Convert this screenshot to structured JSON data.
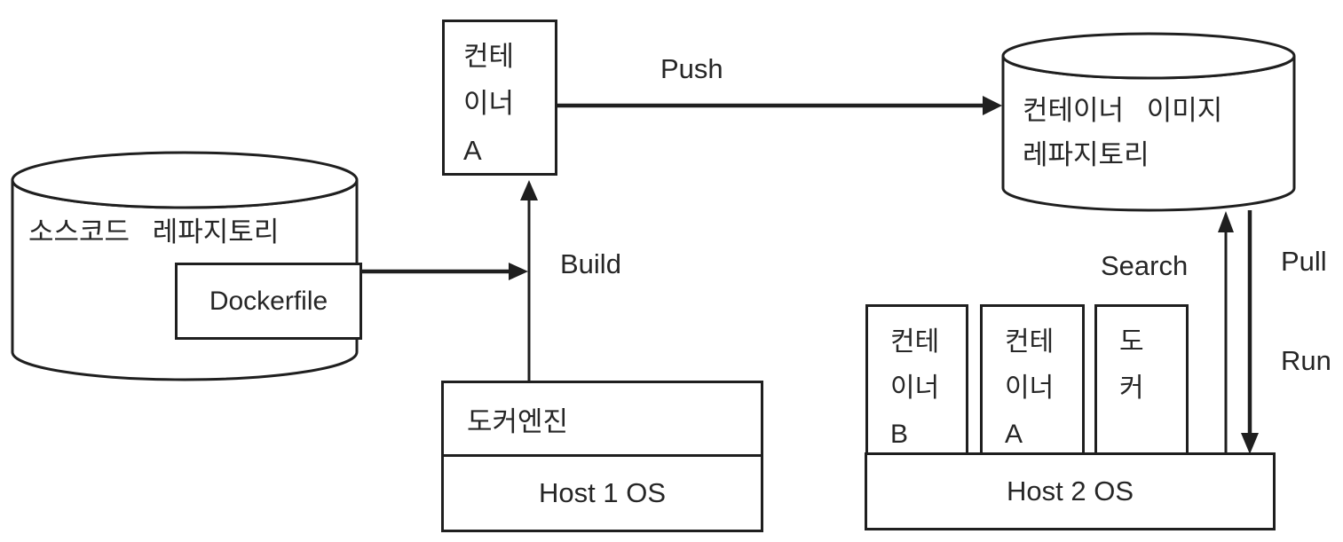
{
  "colors": {
    "ink": "#1f1f1f",
    "text": "#262626",
    "background": "#ffffff"
  },
  "diagram": {
    "source_repo_label": "소스코드 레파지토리",
    "dockerfile_label": "Dockerfile",
    "container_a_label": "컨테\n이너\nA",
    "build_label": "Build",
    "push_label": "Push",
    "image_repo_label": "컨테이너 이미지\n레파지토리",
    "docker_engine_label": "도커엔진",
    "host1_label": "Host 1 OS",
    "search_label": "Search",
    "pull_label": "Pull",
    "run_label": "Run",
    "host2_label": "Host 2 OS",
    "host2_containers": [
      {
        "label": "컨테\n이너\nB"
      },
      {
        "label": "컨테\n이너\nA"
      },
      {
        "label": "도\n커"
      }
    ]
  }
}
